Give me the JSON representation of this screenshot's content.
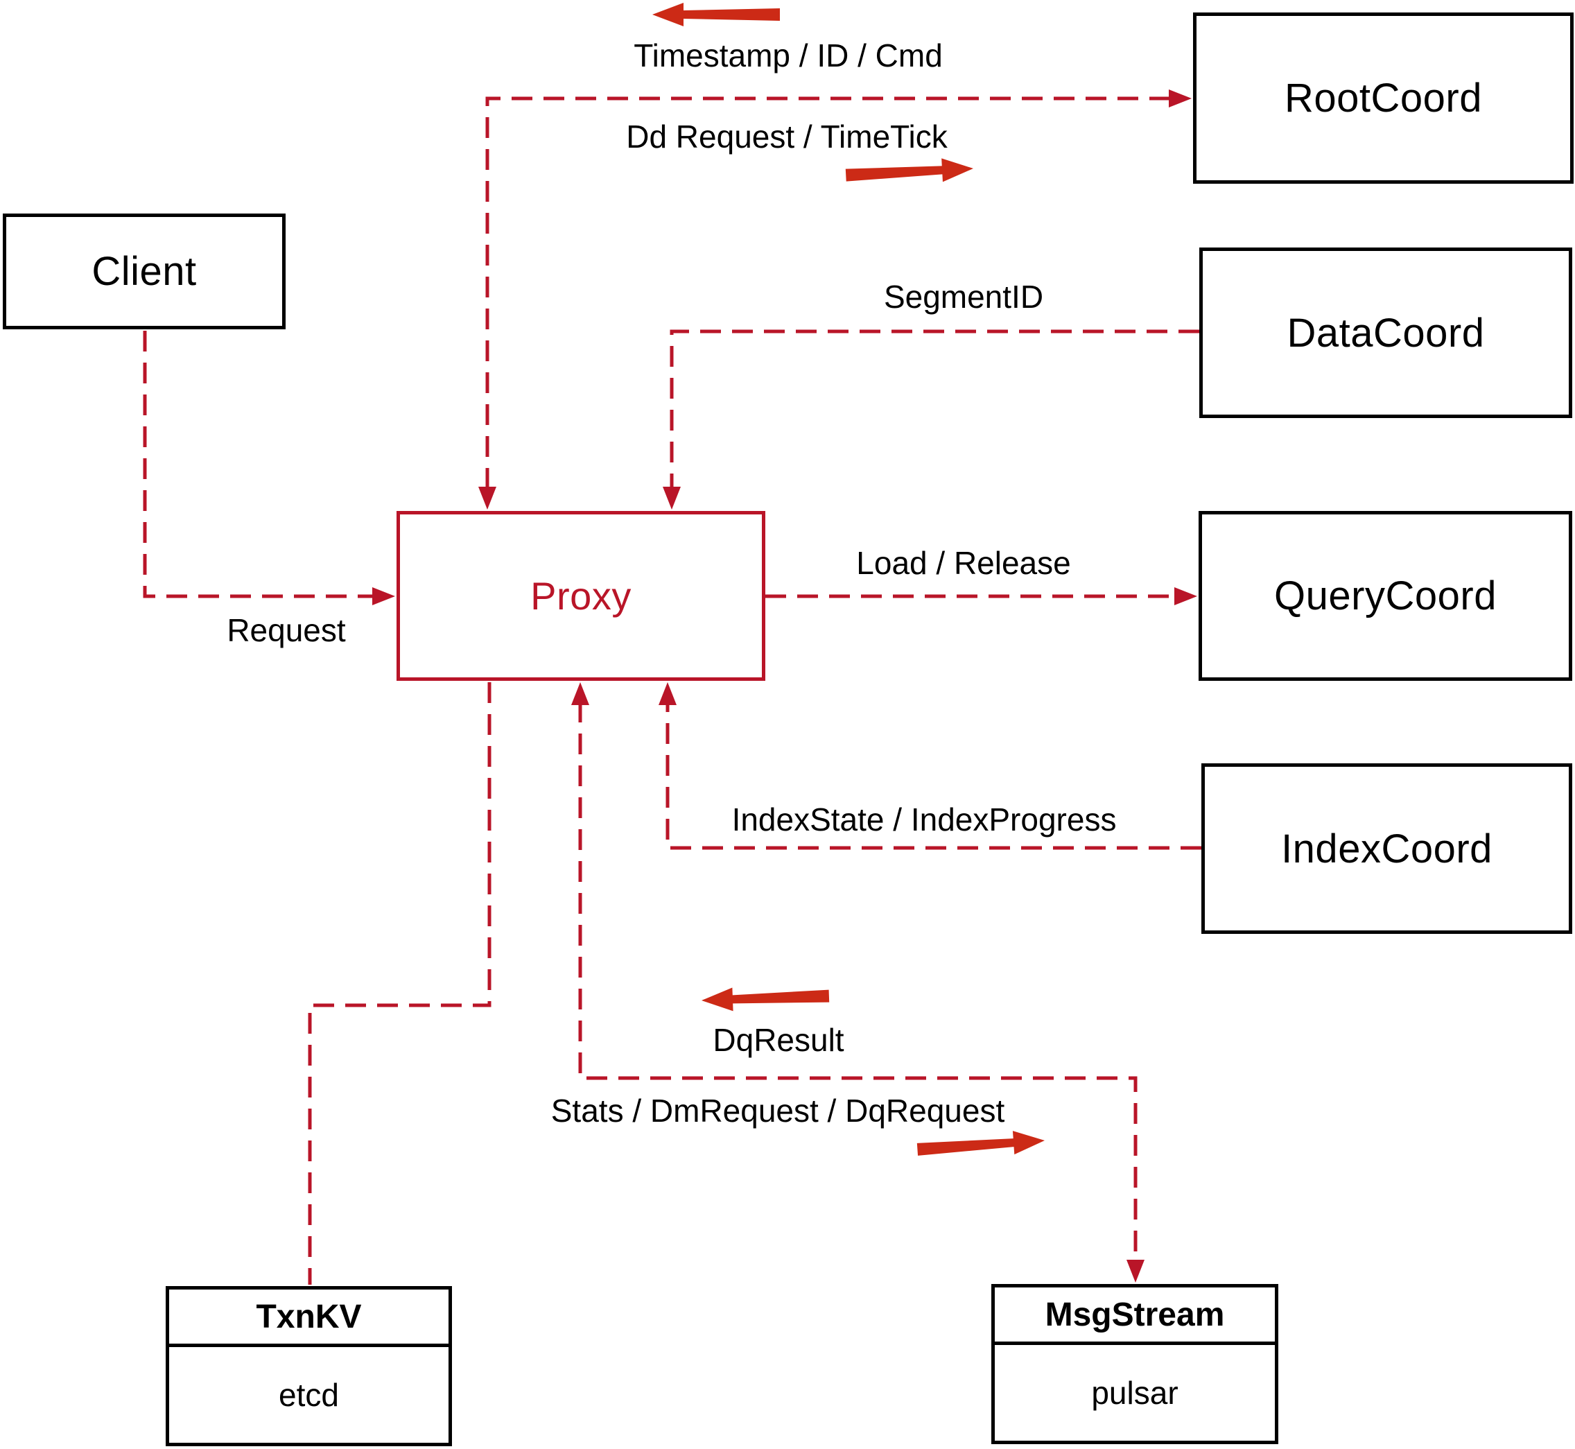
{
  "diagram": {
    "title_hint": "Proxy interaction diagram",
    "nodes": {
      "client": {
        "label": "Client"
      },
      "proxy": {
        "label": "Proxy"
      },
      "rootcoord": {
        "label": "RootCoord"
      },
      "datacoord": {
        "label": "DataCoord"
      },
      "querycoord": {
        "label": "QueryCoord"
      },
      "indexcoord": {
        "label": "IndexCoord"
      },
      "txnkv": {
        "title": "TxnKV",
        "subtitle": "etcd"
      },
      "msgstream": {
        "title": "MsgStream",
        "subtitle": "pulsar"
      }
    },
    "edge_labels": {
      "timestamp": "Timestamp / ID / Cmd",
      "dd_request": "Dd Request / TimeTick",
      "segment_id": "SegmentID",
      "request": "Request",
      "load_release": "Load / Release",
      "index_state": "IndexState / IndexProgress",
      "dq_result": "DqResult",
      "stats": "Stats / DmRequest / DqRequest"
    },
    "colors": {
      "line": "#b91528",
      "arrow": "#cc2a16",
      "box_border": "#000000",
      "text": "#000000",
      "background": "#ffffff"
    }
  }
}
